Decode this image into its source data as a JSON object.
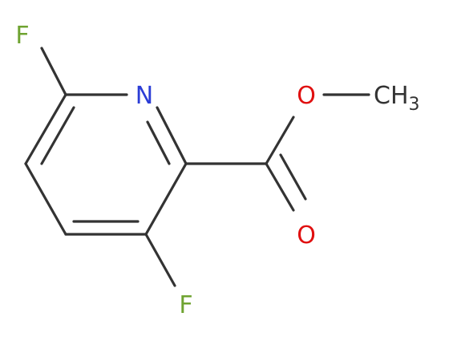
{
  "molecule": {
    "atoms": {
      "f_top": {
        "symbol": "F",
        "color": "#6fa331"
      },
      "n_ring": {
        "symbol": "N",
        "color": "#2b3dd6"
      },
      "o_ether": {
        "symbol": "O",
        "color": "#e01010"
      },
      "methyl": {
        "symbol": "CH",
        "subscript": "3",
        "color": "#333333"
      },
      "o_carbonyl": {
        "symbol": "O",
        "color": "#e01010"
      },
      "f_bottom": {
        "symbol": "F",
        "color": "#6fa331"
      }
    },
    "bond_color": "#333333",
    "background": "#ffffff"
  }
}
